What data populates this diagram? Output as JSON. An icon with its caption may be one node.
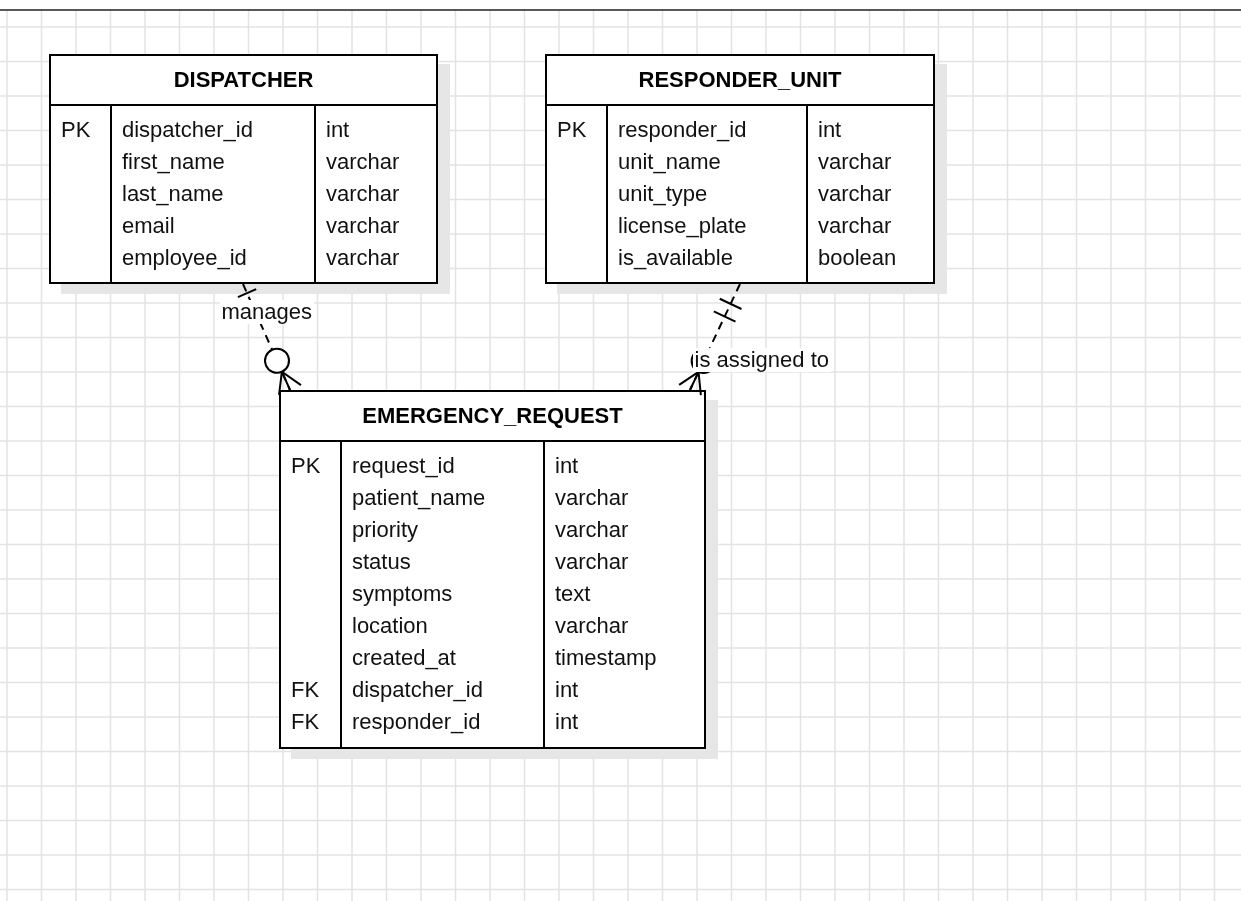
{
  "diagram": {
    "nodes": [
      {
        "text": [
          "DISPATCHER",
          "PK",
          "dispatcher_id",
          "int",
          "first_name",
          "varchar",
          "last_name",
          "varchar",
          "email",
          "varchar",
          "employee_id",
          "varchar"
        ]
      },
      {
        "text": [
          "RESPONDER_UNIT",
          "PK",
          "responder_id",
          "int",
          "unit_name",
          "varchar",
          "unit_type",
          "varchar",
          "license_plate",
          "varchar",
          "is_available",
          "boolean"
        ]
      },
      {
        "text": [
          "EMERGENCY_REQUEST",
          "PK",
          "FK",
          "FK",
          "request_id",
          "int",
          "patient_name",
          "varchar",
          "priority",
          "varchar",
          "status",
          "varchar",
          "symptoms",
          "text",
          "location",
          "varchar",
          "created_at",
          "timestamp",
          "dispatcher_id",
          "int",
          "responder_id",
          "int"
        ]
      }
    ],
    "edges": [
      {
        "from": 0,
        "to": 2,
        "arrow": "other",
        "label": "manages",
        "style": "dashed"
      },
      {
        "from": 1,
        "to": 2,
        "arrow": "other",
        "label": "is assigned to",
        "style": "dashed"
      }
    ]
  }
}
